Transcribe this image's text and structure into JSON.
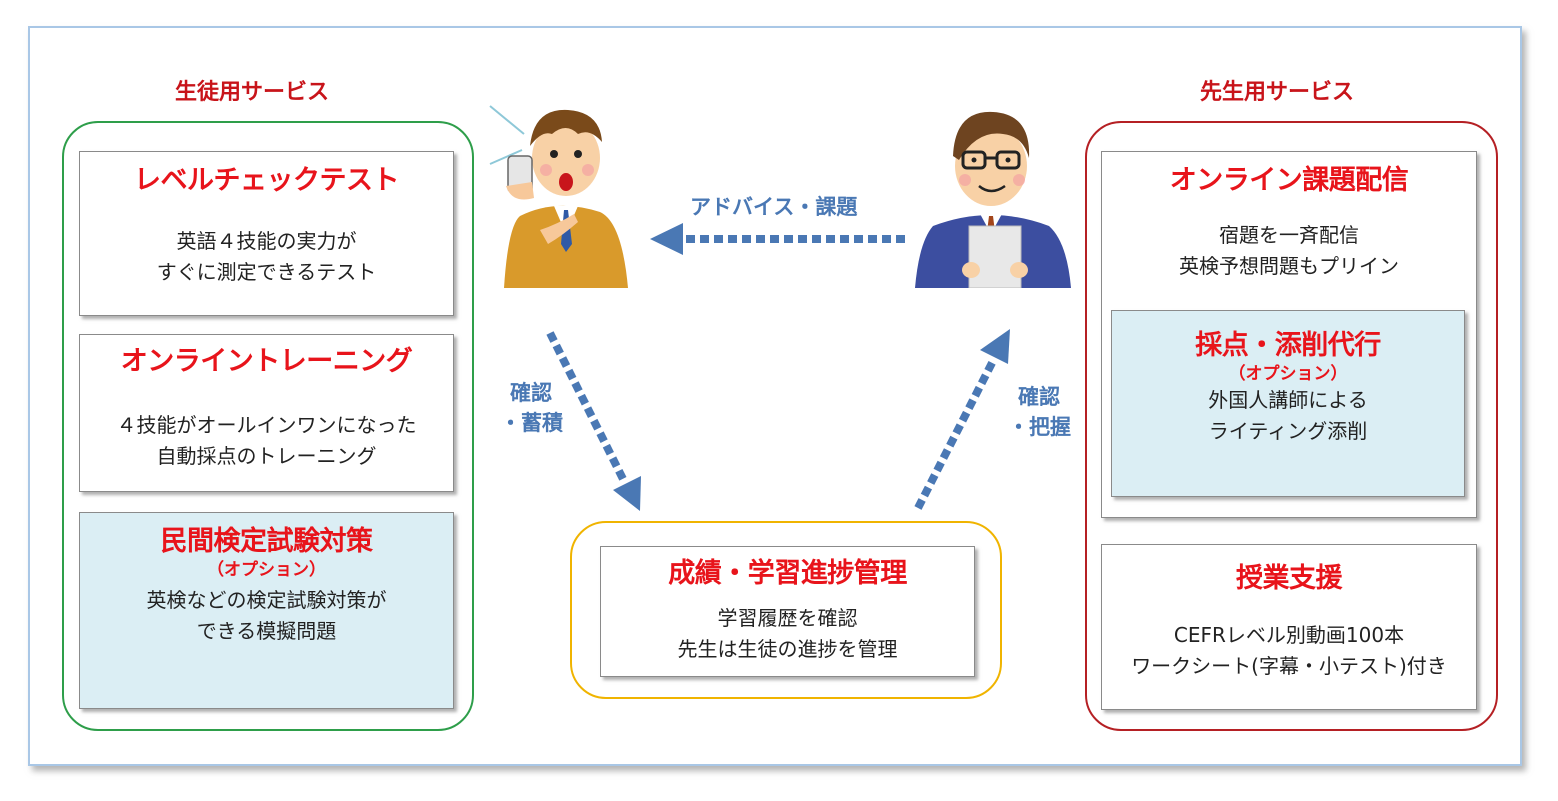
{
  "student_heading": "生徒用サービス",
  "teacher_heading": "先生用サービス",
  "student_cards": [
    {
      "title": "レベルチェックテスト",
      "lines": [
        "英語４技能の実力が",
        "すぐに測定できるテスト"
      ]
    },
    {
      "title": "オンライントレーニング",
      "lines": [
        "４技能がオールインワンになった",
        "自動採点のトレーニング"
      ]
    },
    {
      "title": "民間検定試験対策",
      "option": "（オプション）",
      "lines": [
        "英検などの検定試験対策が",
        "できる模擬問題"
      ]
    }
  ],
  "teacher_cards": {
    "online": {
      "title": "オンライン課題配信",
      "lines": [
        "宿題を一斉配信",
        "英検予想問題もプリイン"
      ]
    },
    "grading": {
      "title": "採点・添削代行",
      "option": "（オプション）",
      "lines": [
        "外国人講師による",
        "ライティング添削"
      ]
    },
    "support": {
      "title": "授業支援",
      "lines": [
        "CEFRレベル別動画100本",
        "ワークシート(字幕・小テスト)付き"
      ]
    }
  },
  "center_card": {
    "title": "成績・学習進捗管理",
    "lines": [
      "学習履歴を確認",
      "先生は生徒の進捗を管理"
    ]
  },
  "flows": {
    "advice": "アドバイス・課題",
    "store": [
      "確認",
      "・蓄積"
    ],
    "grasp": [
      "確認",
      "・把握"
    ]
  },
  "colors": {
    "accent_red": "#e8141b",
    "flow_blue": "#4a78b4",
    "student_border": "#2e9e4a",
    "teacher_border": "#b52024",
    "center_border": "#f0b400"
  }
}
